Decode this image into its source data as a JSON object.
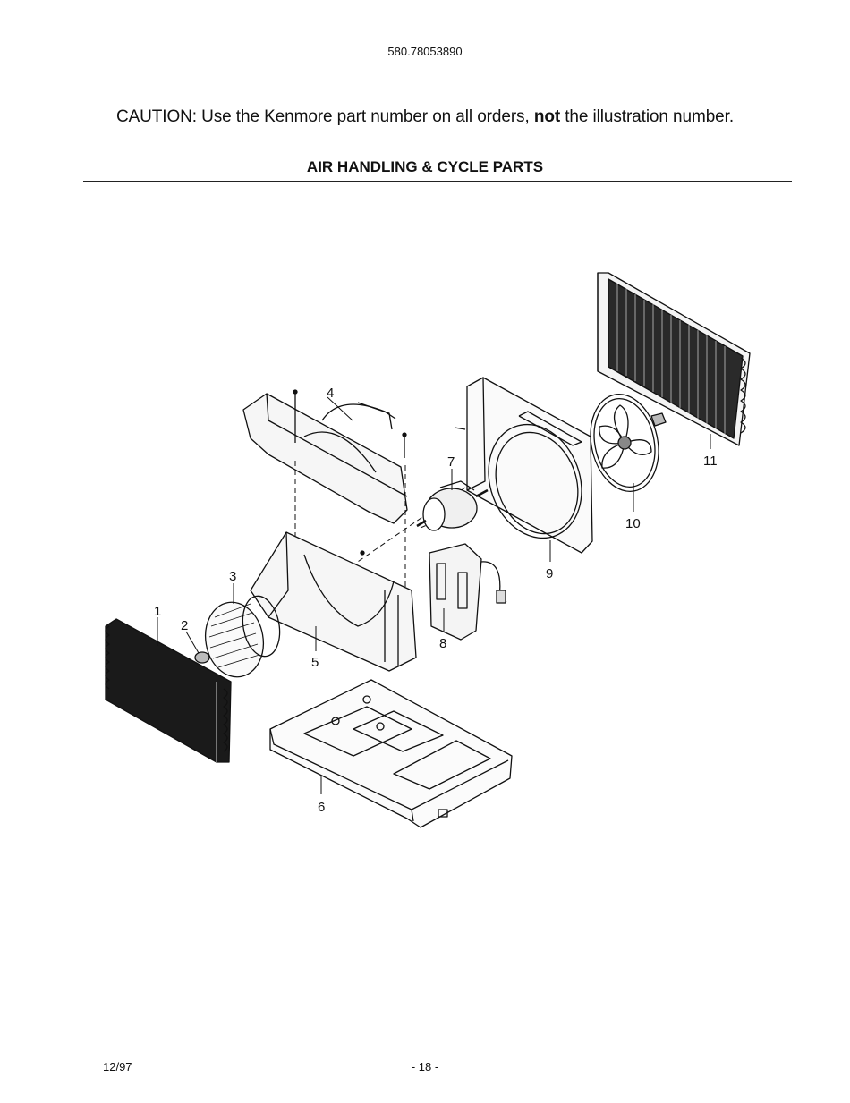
{
  "header": {
    "model_number": "580.78053890"
  },
  "caution": {
    "prefix": "CAUTION: Use the Kenmore part number on all orders, ",
    "emphasis": "not",
    "suffix": " the illustration number."
  },
  "section_title": "AIR HANDLING & CYCLE PARTS",
  "callouts": [
    {
      "id": "1",
      "label": "1"
    },
    {
      "id": "2",
      "label": "2"
    },
    {
      "id": "3",
      "label": "3"
    },
    {
      "id": "4",
      "label": "4"
    },
    {
      "id": "5",
      "label": "5"
    },
    {
      "id": "6",
      "label": "6"
    },
    {
      "id": "7",
      "label": "7"
    },
    {
      "id": "8",
      "label": "8"
    },
    {
      "id": "9",
      "label": "9"
    },
    {
      "id": "10",
      "label": "10"
    },
    {
      "id": "11",
      "label": "11"
    }
  ],
  "footer": {
    "date": "12/97",
    "page": "- 18 -"
  },
  "colors": {
    "ink": "#111111",
    "paper": "#ffffff",
    "coil_fill": "#1a1a1a"
  }
}
